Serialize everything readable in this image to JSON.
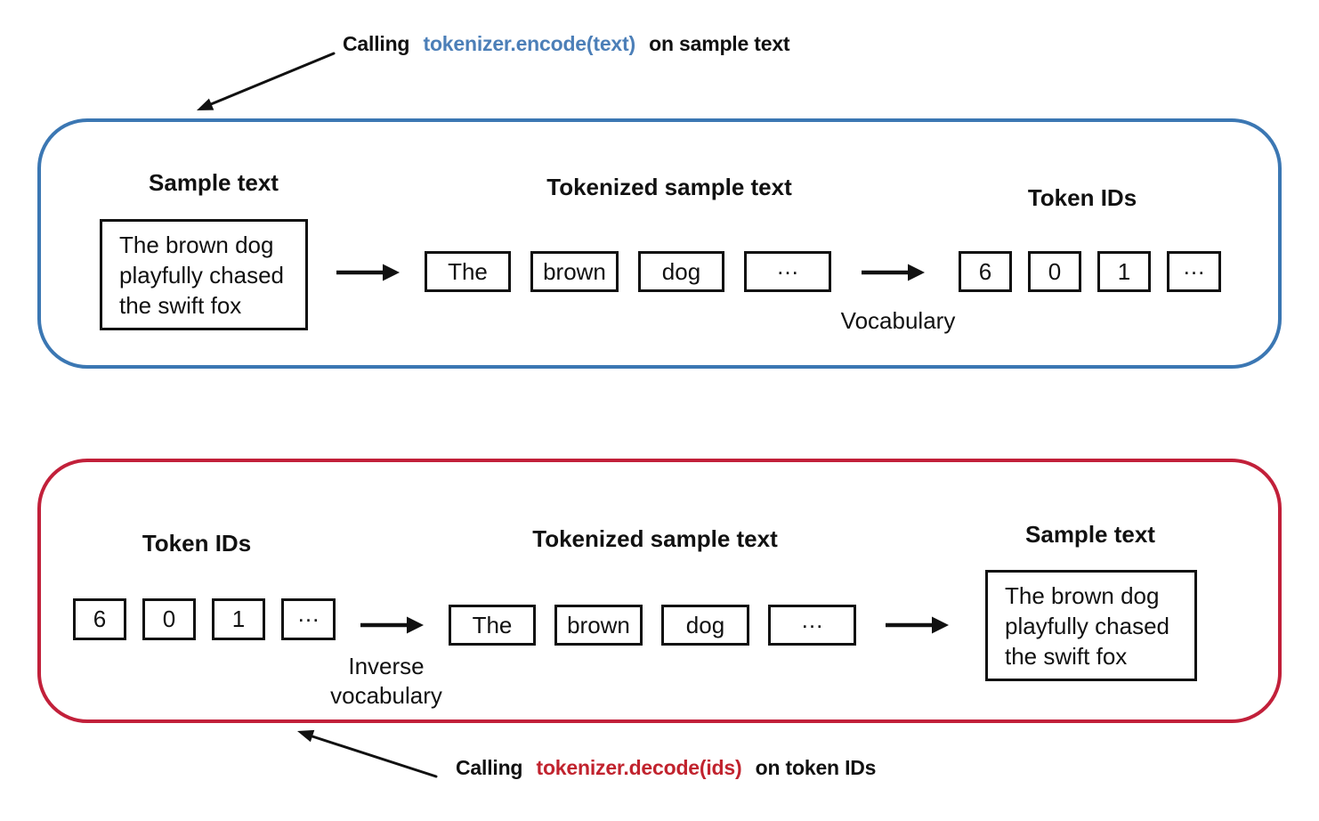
{
  "colors": {
    "panel-blue": "#3b77b3",
    "panel-red": "#c2203a",
    "code-blue": "#4c7fb8",
    "code-red": "#c1232e",
    "ink": "#111111"
  },
  "encode_caption": {
    "prefix": "Calling",
    "code": "tokenizer.encode(text)",
    "suffix": "on sample text"
  },
  "encode_panel": {
    "sample_heading": "Sample text",
    "sample_text": "The brown dog playfully chased the swift fox",
    "tokenized_heading": "Tokenized sample text",
    "tokens": [
      "The",
      "brown",
      "dog",
      "…"
    ],
    "arrow_label": "Vocabulary",
    "ids_heading": "Token IDs",
    "ids": [
      "6",
      "0",
      "1",
      "…"
    ]
  },
  "decode_panel": {
    "ids_heading": "Token IDs",
    "ids": [
      "6",
      "0",
      "1",
      "…"
    ],
    "arrow_label_line1": "Inverse",
    "arrow_label_line2": "vocabulary",
    "tokenized_heading": "Tokenized sample text",
    "tokens": [
      "The",
      "brown",
      "dog",
      "…"
    ],
    "sample_heading": "Sample text",
    "sample_text": "The brown dog playfully chased the swift fox"
  },
  "decode_caption": {
    "prefix": "Calling",
    "code": "tokenizer.decode(ids)",
    "suffix": "on token IDs"
  }
}
